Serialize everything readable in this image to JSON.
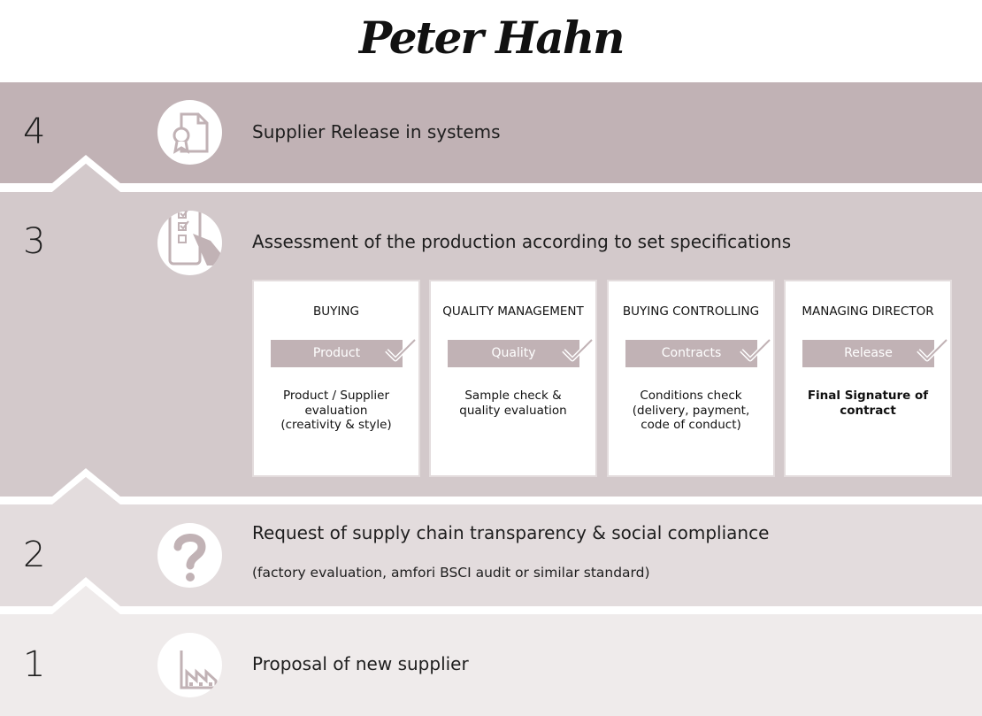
{
  "logo": {
    "text": "Peter Hahn"
  },
  "colors": {
    "band4": "#c1b2b5",
    "band3": "#d3c9cb",
    "band2": "#e3dcdd",
    "band1": "#efebeb",
    "pill": "#c1b2b5",
    "separator": "#ffffff"
  },
  "steps": [
    {
      "number": "4",
      "title": "Supplier Release in systems",
      "icon": "certificate-document-icon"
    },
    {
      "number": "3",
      "title": "Assessment of the production according to set specifications",
      "icon": "checklist-hand-icon"
    },
    {
      "number": "2",
      "title": "Request of supply chain transparency & social compliance",
      "subtitle": "(factory evaluation, amfori BSCI audit or similar standard)",
      "icon": "question-mark-icon"
    },
    {
      "number": "1",
      "title": "Proposal of new supplier",
      "icon": "factory-icon"
    }
  ],
  "cards": [
    {
      "heading": "BUYING",
      "pill": "Product",
      "description": "Product / Supplier\nevaluation\n(creativity & style)"
    },
    {
      "heading": "QUALITY MANAGEMENT",
      "pill": "Quality",
      "description": "Sample check &\nquality evaluation"
    },
    {
      "heading": "BUYING CONTROLLING",
      "pill": "Contracts",
      "description": "Conditions check\n(delivery, payment,\ncode of conduct)"
    },
    {
      "heading": "MANAGING DIRECTOR",
      "pill": "Release",
      "description": "Final Signature of\ncontract"
    }
  ]
}
